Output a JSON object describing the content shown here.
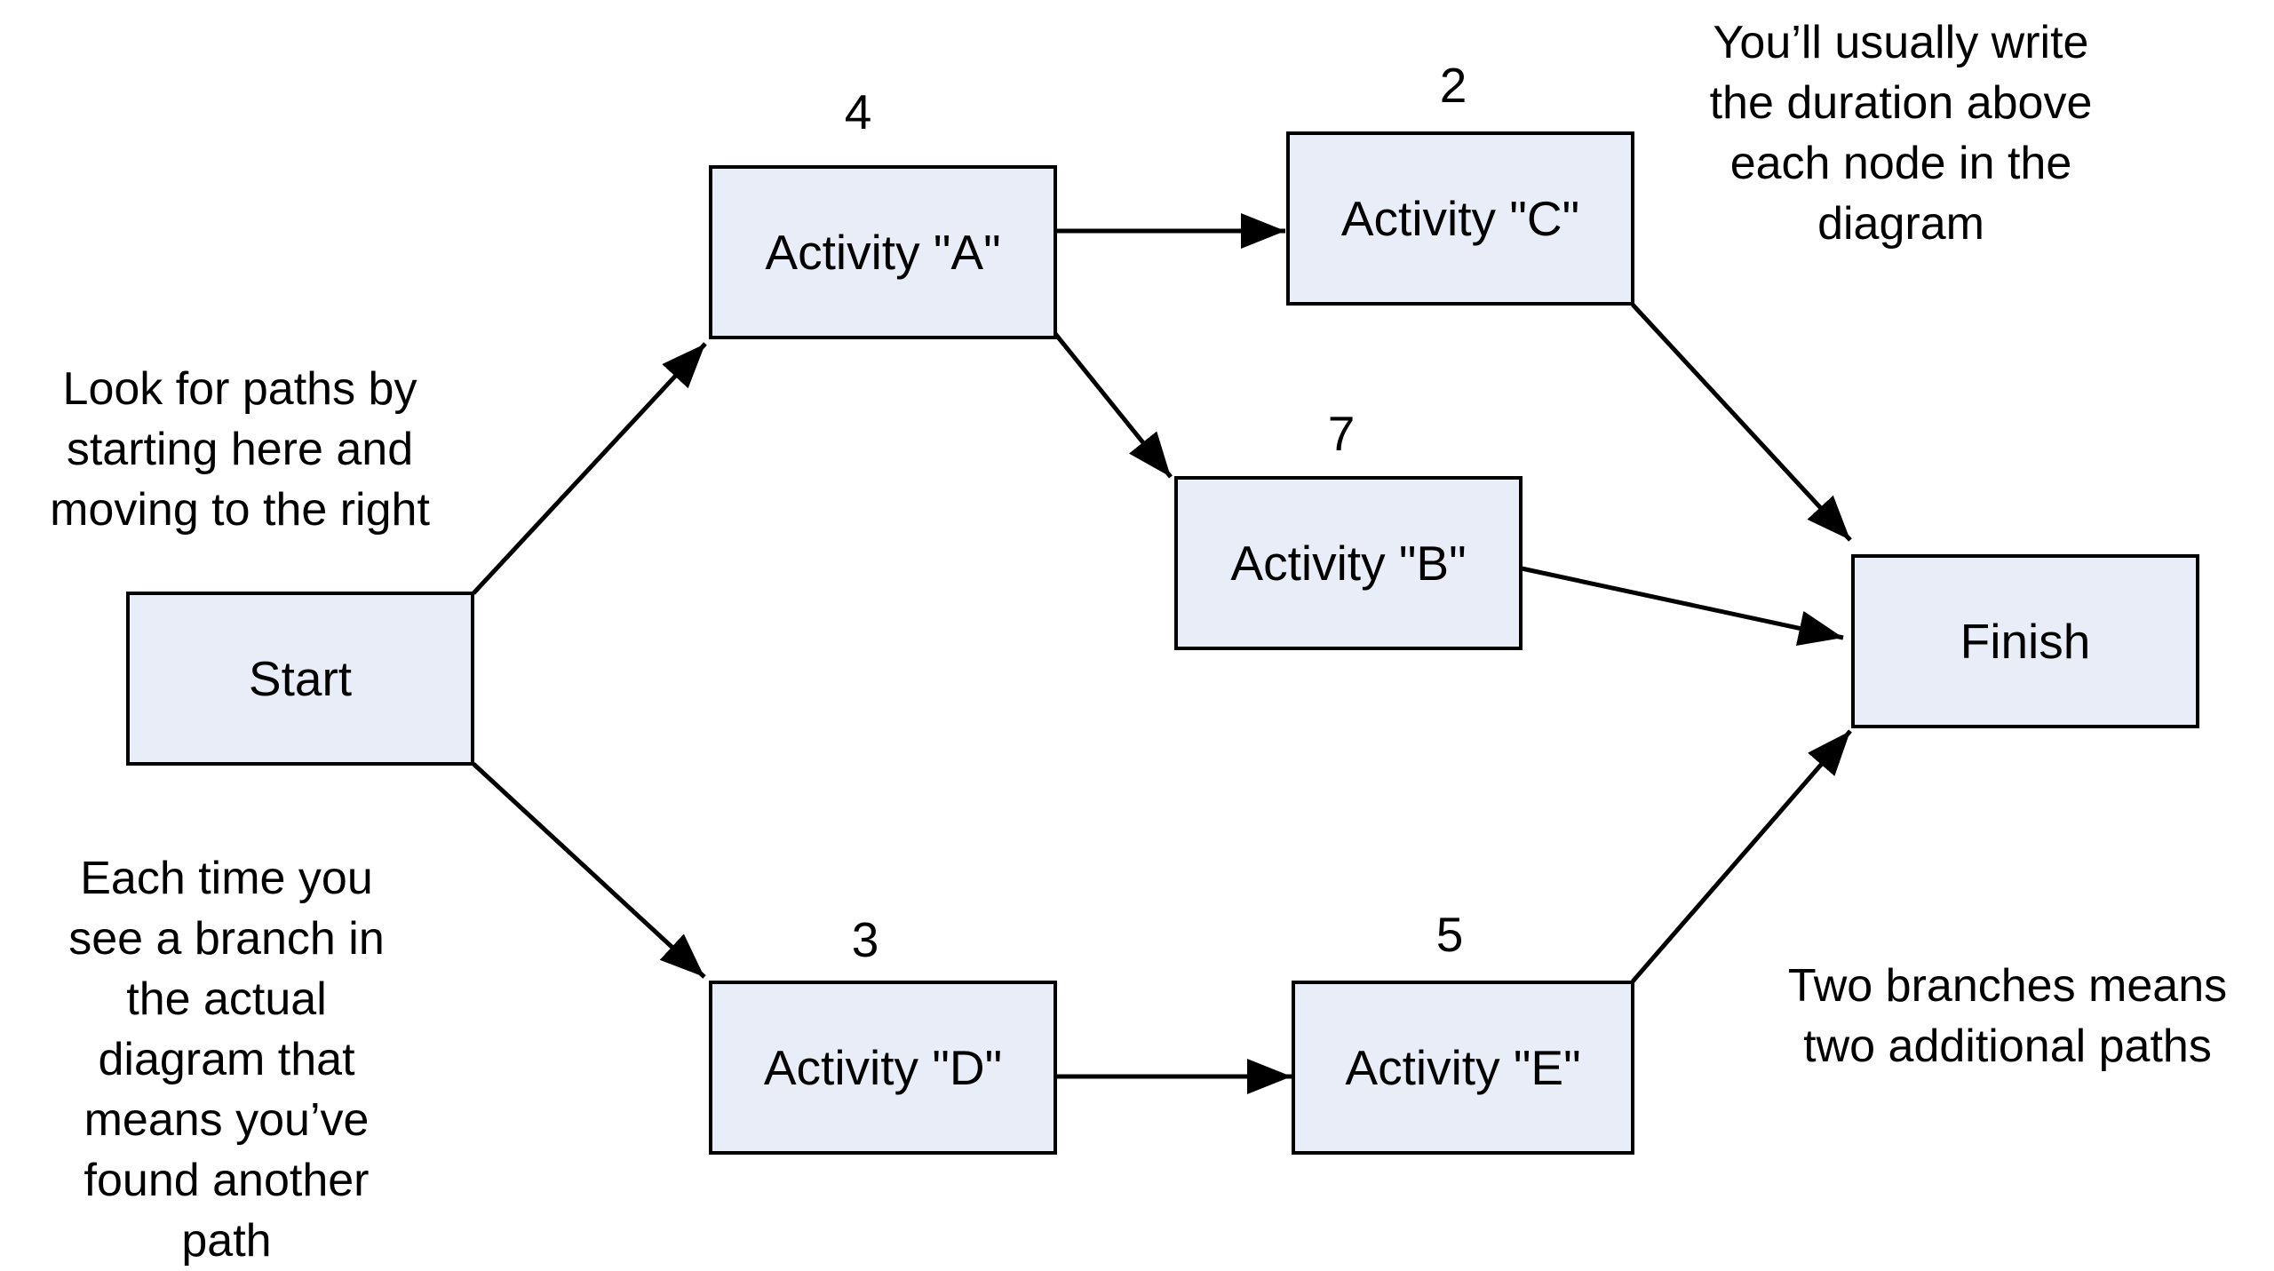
{
  "nodes": {
    "start": {
      "label": "Start"
    },
    "a": {
      "label": "Activity \"A\"",
      "duration": "4"
    },
    "b": {
      "label": "Activity \"B\"",
      "duration": "7"
    },
    "c": {
      "label": "Activity \"C\"",
      "duration": "2"
    },
    "d": {
      "label": "Activity \"D\"",
      "duration": "3"
    },
    "e": {
      "label": "Activity \"E\"",
      "duration": "5"
    },
    "finish": {
      "label": "Finish"
    }
  },
  "notes": {
    "look_for_paths": "Look for paths by\nstarting here and\nmoving to the right",
    "each_time_branch": "Each time you\nsee a branch in\nthe actual\ndiagram that\nmeans you’ve\nfound another\npath",
    "duration_above": "You’ll usually write\nthe duration above\neach node in the\ndiagram",
    "two_branches": "Two branches means\ntwo additional paths"
  },
  "colors": {
    "node_fill": "#e9edf7",
    "stroke": "#000000"
  }
}
